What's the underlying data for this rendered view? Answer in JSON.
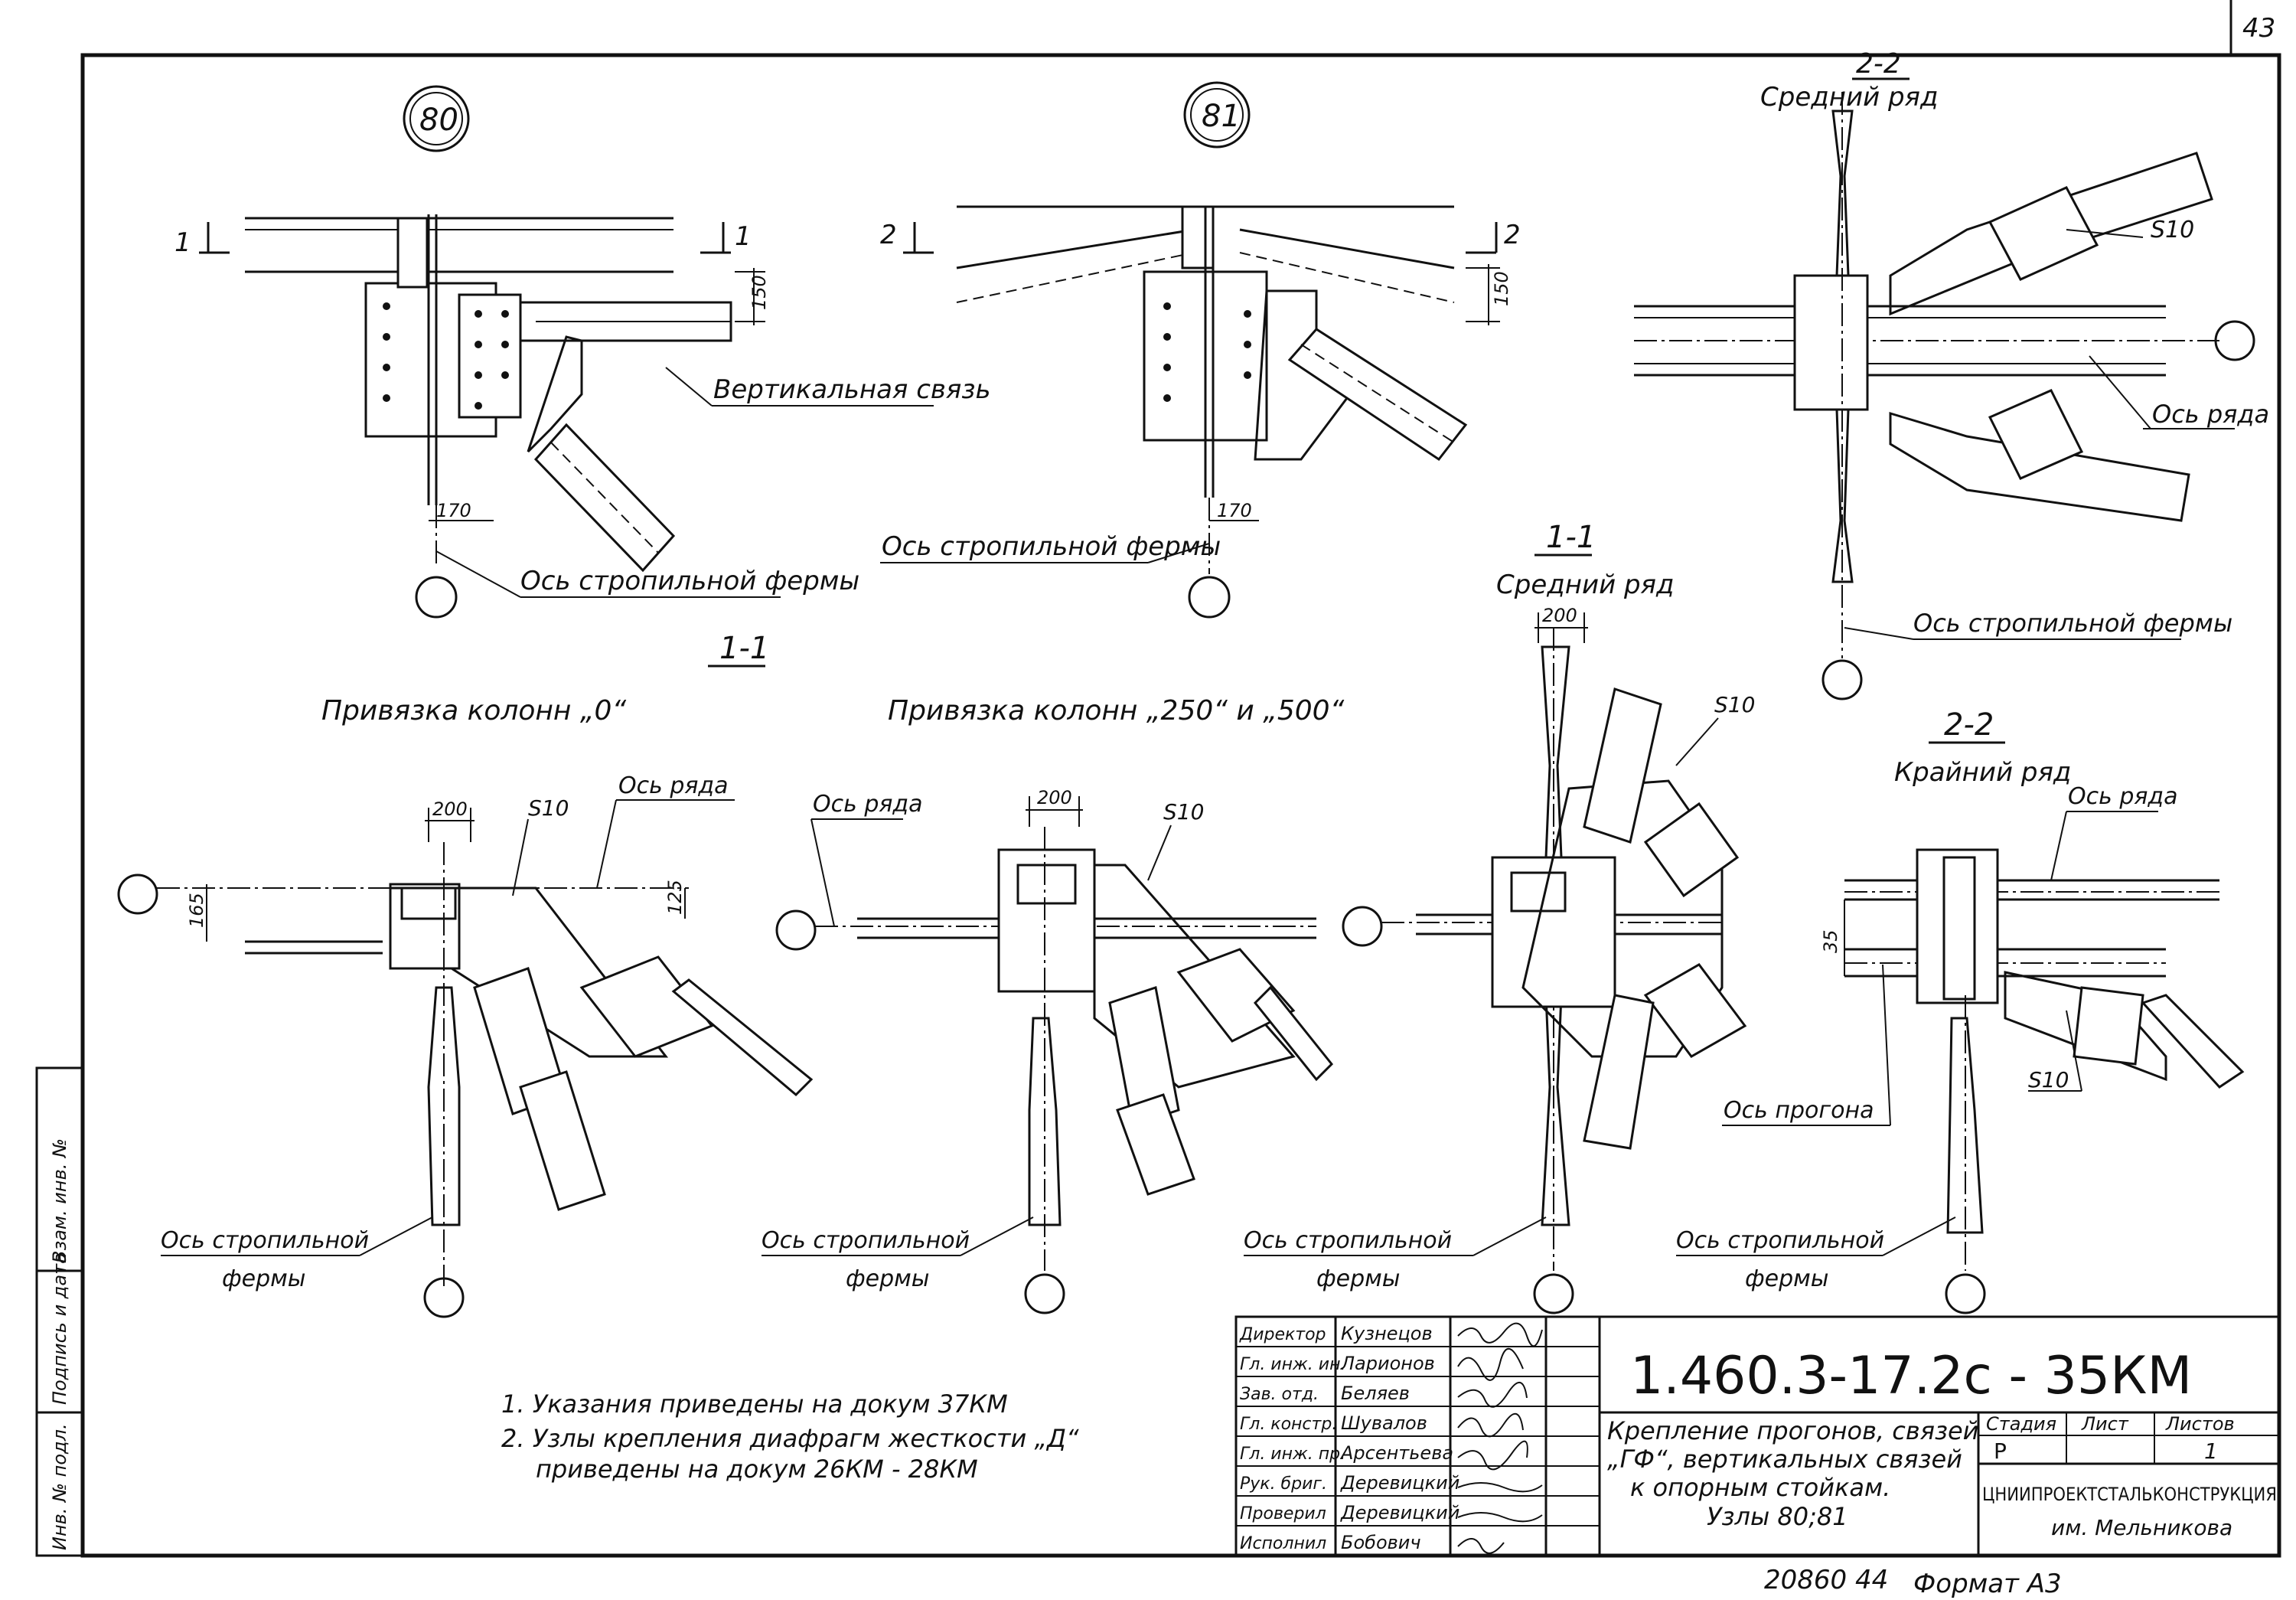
{
  "sheet": {
    "page_corner": "43",
    "doc_code": "1.460.3-17.2с - 35КМ",
    "doc_title_lines": [
      "Крепление прогонов, связей",
      "„ГФ“, вертикальных связей",
      "к опорным стойкам.",
      "Узлы 80;81"
    ],
    "organization": "ЦНИИПРОЕКТСТАЛЬКОНСТРУКЦИЯ",
    "organization_sub": "им. Мельникова",
    "bottom_code": "20860  44",
    "format": "Формат А3"
  },
  "stamp": {
    "headers": [
      "Стадия",
      "Лист",
      "Листов"
    ],
    "values": [
      "Р",
      "",
      "1"
    ]
  },
  "signatures": [
    {
      "role": "Директор",
      "name": "Кузнецов"
    },
    {
      "role": "Гл. инж. ин.",
      "name": "Ларионов"
    },
    {
      "role": "Зав. отд.",
      "name": "Беляев"
    },
    {
      "role": "Гл. констр.",
      "name": "Шувалов"
    },
    {
      "role": "Гл. инж. пр.",
      "name": "Арсентьева"
    },
    {
      "role": "Рук. бриг.",
      "name": "Деревицкий"
    },
    {
      "role": "Проверил",
      "name": "Деревицкий"
    },
    {
      "role": "Исполнил",
      "name": "Бобович"
    }
  ],
  "left_margin": {
    "inv_podl": "Инв. № подл.",
    "podpis_data": "Подпись и дата",
    "vzam_inv": "Взам. инв. №"
  },
  "notes": [
    "1.  Указания   приведены  на докум  37КМ",
    "2.  Узлы   крепления   диафрагм  жесткости „Д“",
    "приведены   на  докум   26КМ - 28КМ"
  ],
  "labels": {
    "node80": "80",
    "node81": "81",
    "sec1_mark": "1",
    "sec2_mark": "2",
    "dim150": "150",
    "dim170": "170",
    "dim200": "200",
    "dim165": "165",
    "dim125": "125",
    "dim35": "35",
    "vert_link": "Вертикальная связь",
    "truss_axis": "Ось стропильной фермы",
    "truss_axis_a": "Ось  стропильной",
    "truss_axis_b": "фермы",
    "row_axis": "Ось ряда",
    "purlin_axis": "Ось прогона",
    "s10": "S10",
    "sec_1_1": "1-1",
    "sec_2_2": "2-2",
    "middle_row": "Средний ряд",
    "edge_row": "Крайний ряд",
    "binding_0": "Привязка колонн „0“",
    "binding_250_500": "Привязка колонн „250“ и „500“"
  }
}
